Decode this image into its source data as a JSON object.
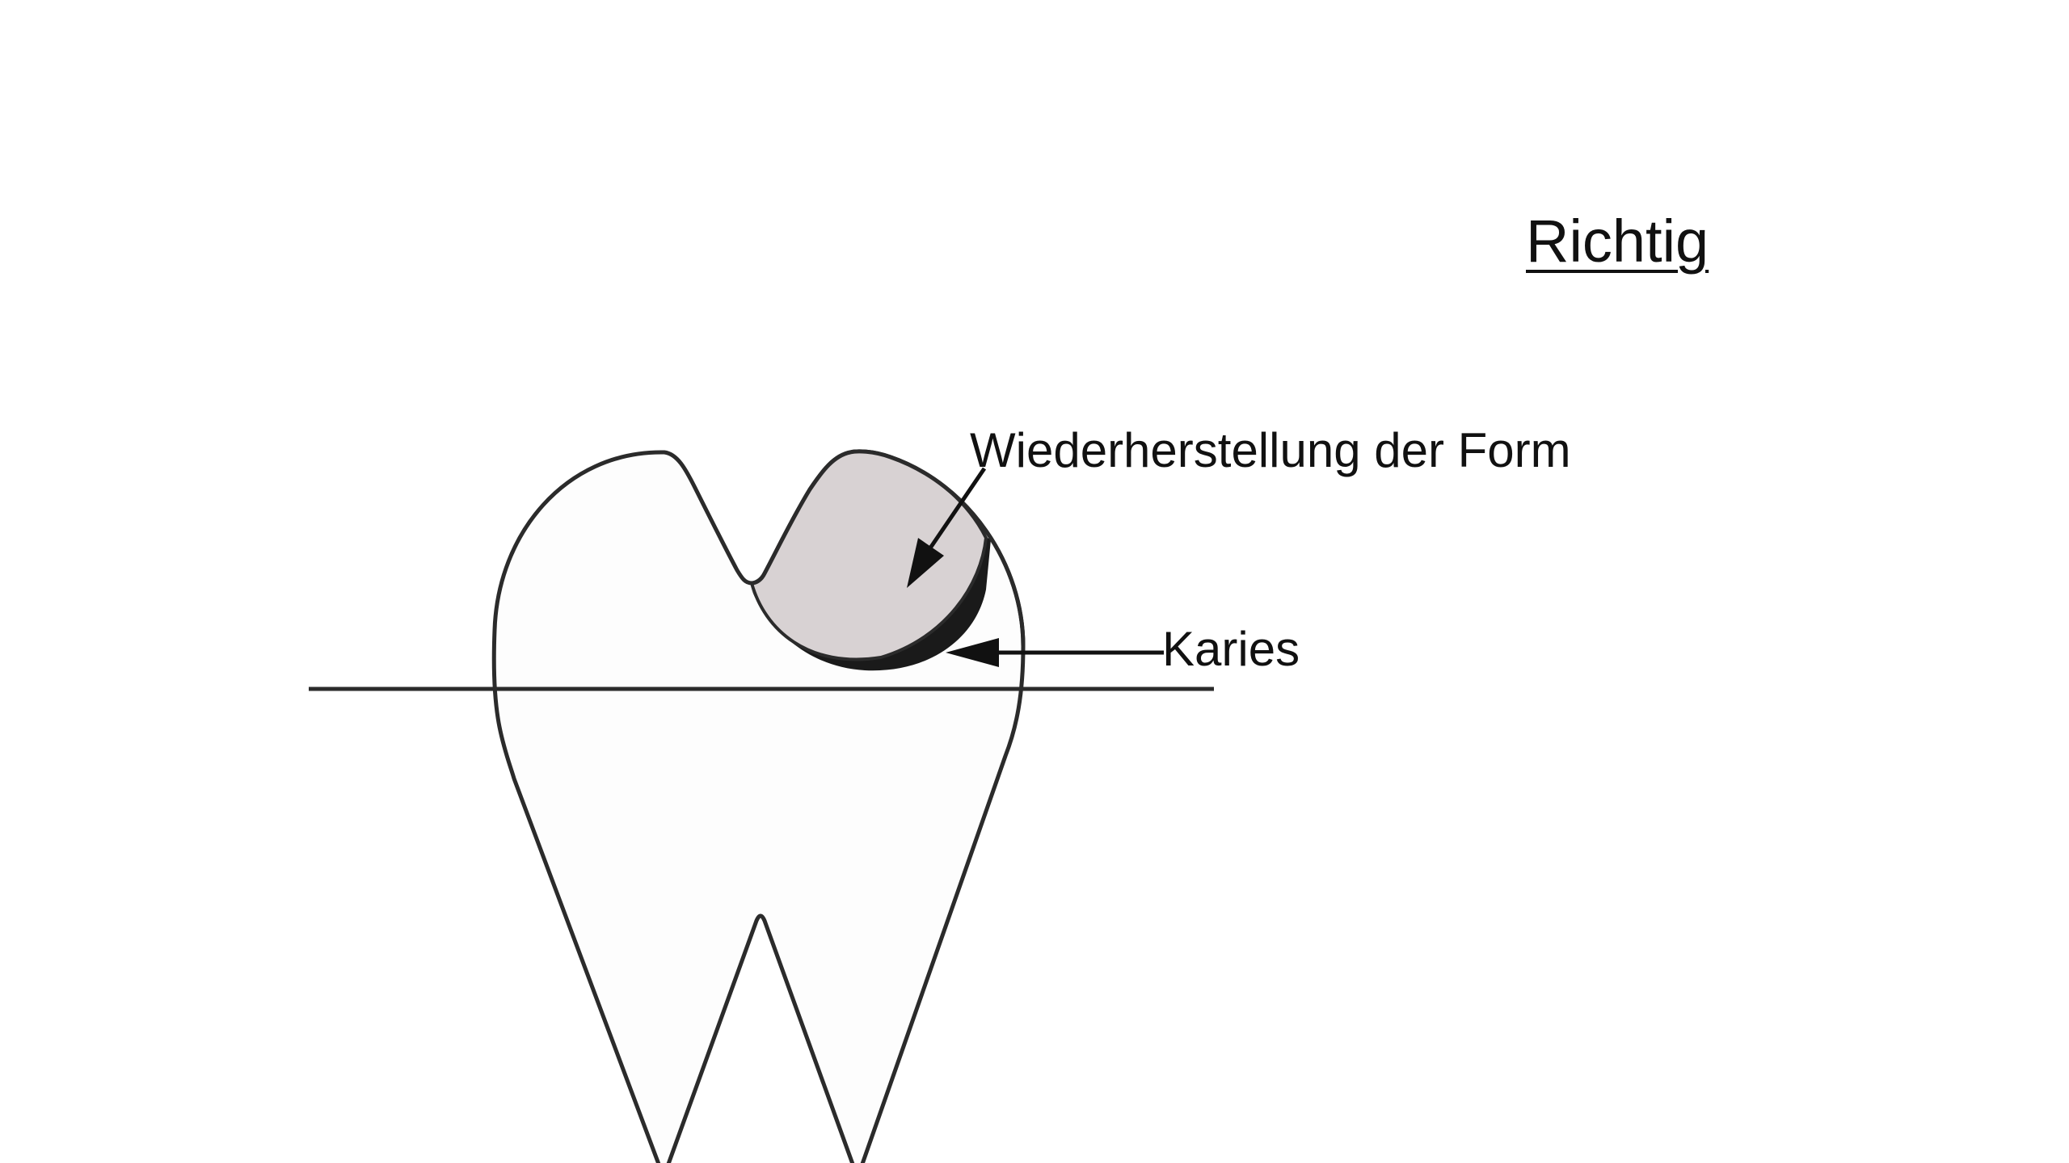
{
  "title": "Richtig",
  "labels": {
    "restoration": "Wiederherstellung der Form",
    "caries": "Karies"
  },
  "colors": {
    "outline": "#2b2b2b",
    "tooth_fill": "#fdfdfd",
    "restoration_fill": "#d8d2d3",
    "caries_shadow": "#1a1a1a",
    "background": "#ffffff"
  }
}
